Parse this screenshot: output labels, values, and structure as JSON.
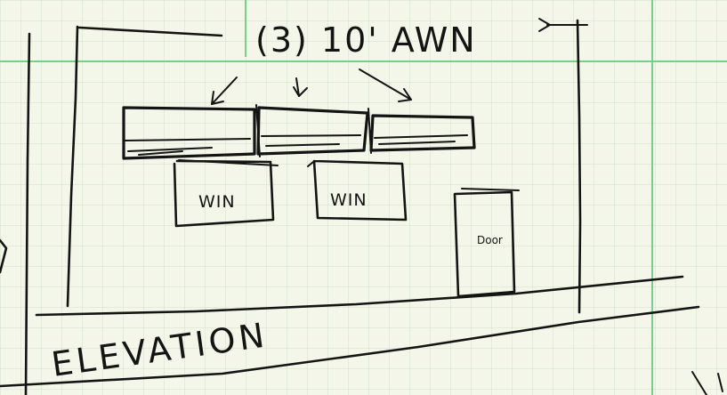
{
  "labels": {
    "annotation": "(3) 10' AWN",
    "window_1": "WIN",
    "window_2": "WIN",
    "door": "Door",
    "elevation": "ELEVATION"
  },
  "colors": {
    "paper": "#f3f6e9",
    "grid_major": "#6fd48a",
    "grid_minor": "#c9ddc4",
    "ink": "#141414"
  },
  "icons": {
    "arrows": "arrow-icon"
  }
}
